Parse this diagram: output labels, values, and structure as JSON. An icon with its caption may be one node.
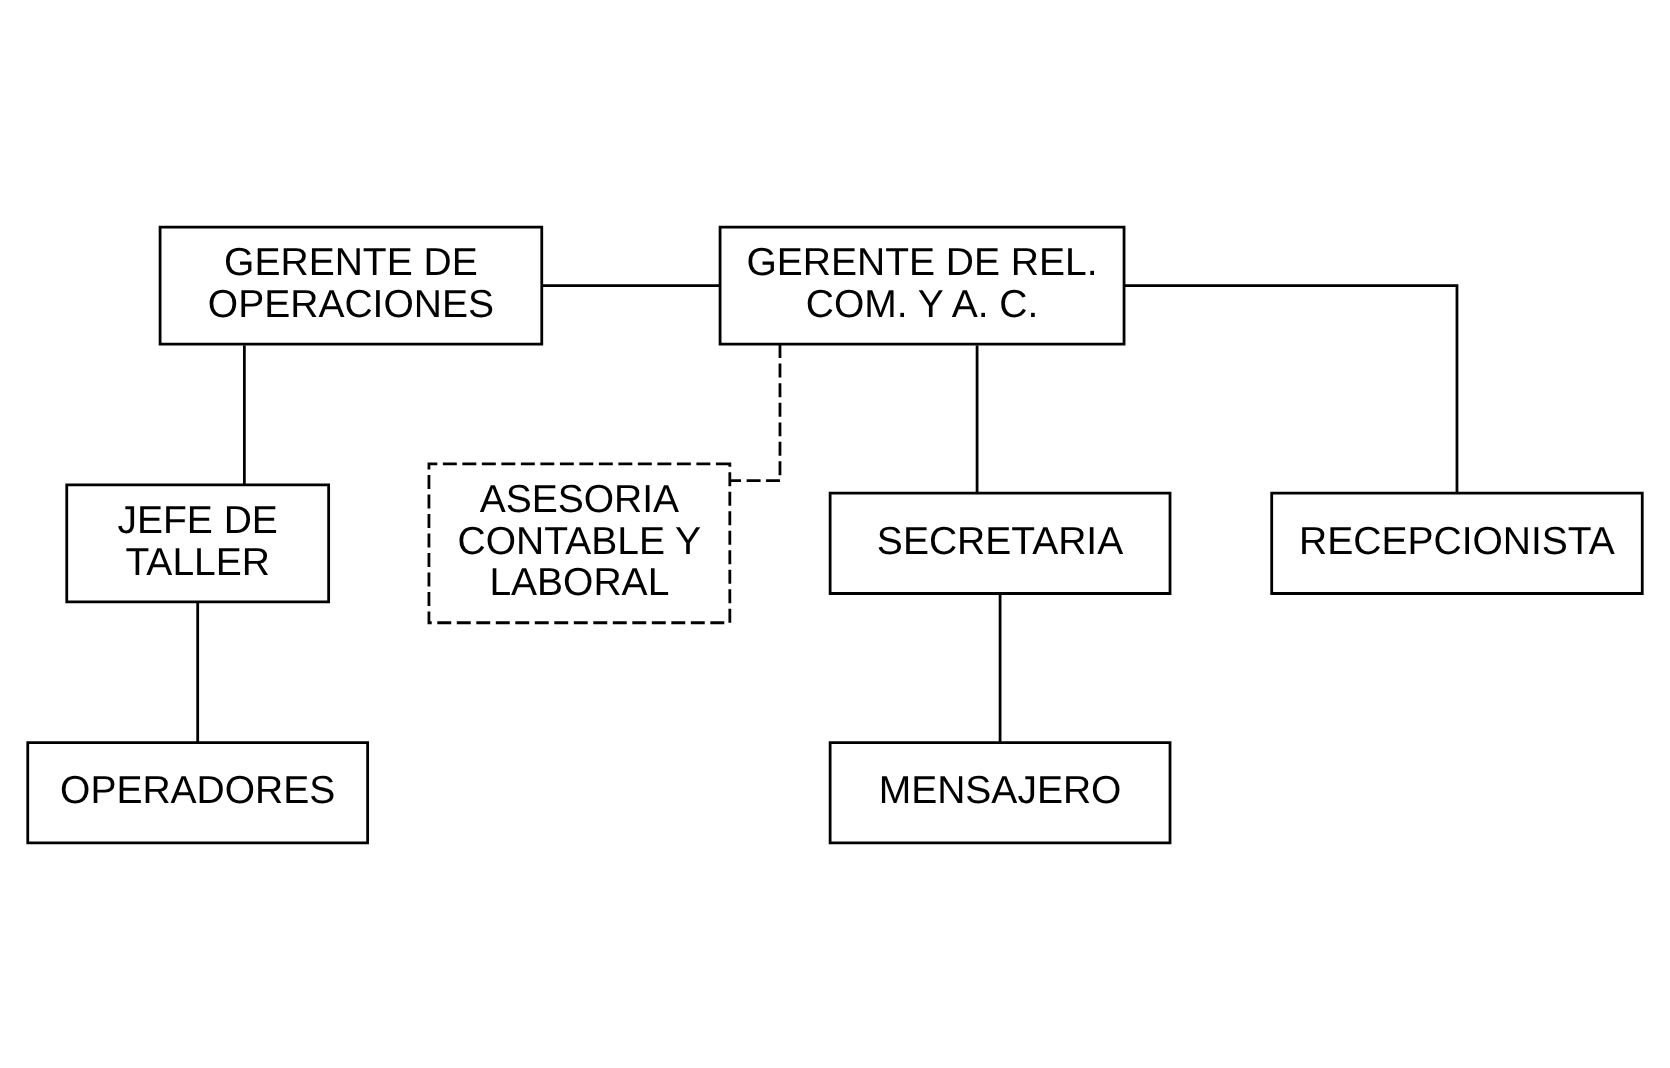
{
  "diagram": {
    "nodes": [
      {
        "text": [
          "GERENTE DE OPERACIONES"
        ]
      },
      {
        "text": [
          "GERENTE DE REL. COM. Y A. C."
        ]
      },
      {
        "text": [
          "ASESORIA CONTABLE Y LABORAL"
        ]
      },
      {
        "text": [
          "JEFE DE TALLER"
        ]
      },
      {
        "text": [
          "SECRETARIA"
        ]
      },
      {
        "text": [
          "RECEPCIONISTA"
        ]
      },
      {
        "text": [
          "OPERADORES"
        ]
      },
      {
        "text": [
          "MENSAJERO"
        ]
      }
    ],
    "edges": [
      {
        "from": 0,
        "to": 1,
        "arrow": "none"
      },
      {
        "from": 0,
        "to": 3,
        "arrow": "none"
      },
      {
        "from": 1,
        "to": 2,
        "arrow": "none",
        "style": "dashed"
      },
      {
        "from": 1,
        "to": 4,
        "arrow": "none"
      },
      {
        "from": 1,
        "to": 5,
        "arrow": "none"
      },
      {
        "from": 3,
        "to": 6,
        "arrow": "none"
      },
      {
        "from": 4,
        "to": 7,
        "arrow": "none"
      }
    ]
  }
}
